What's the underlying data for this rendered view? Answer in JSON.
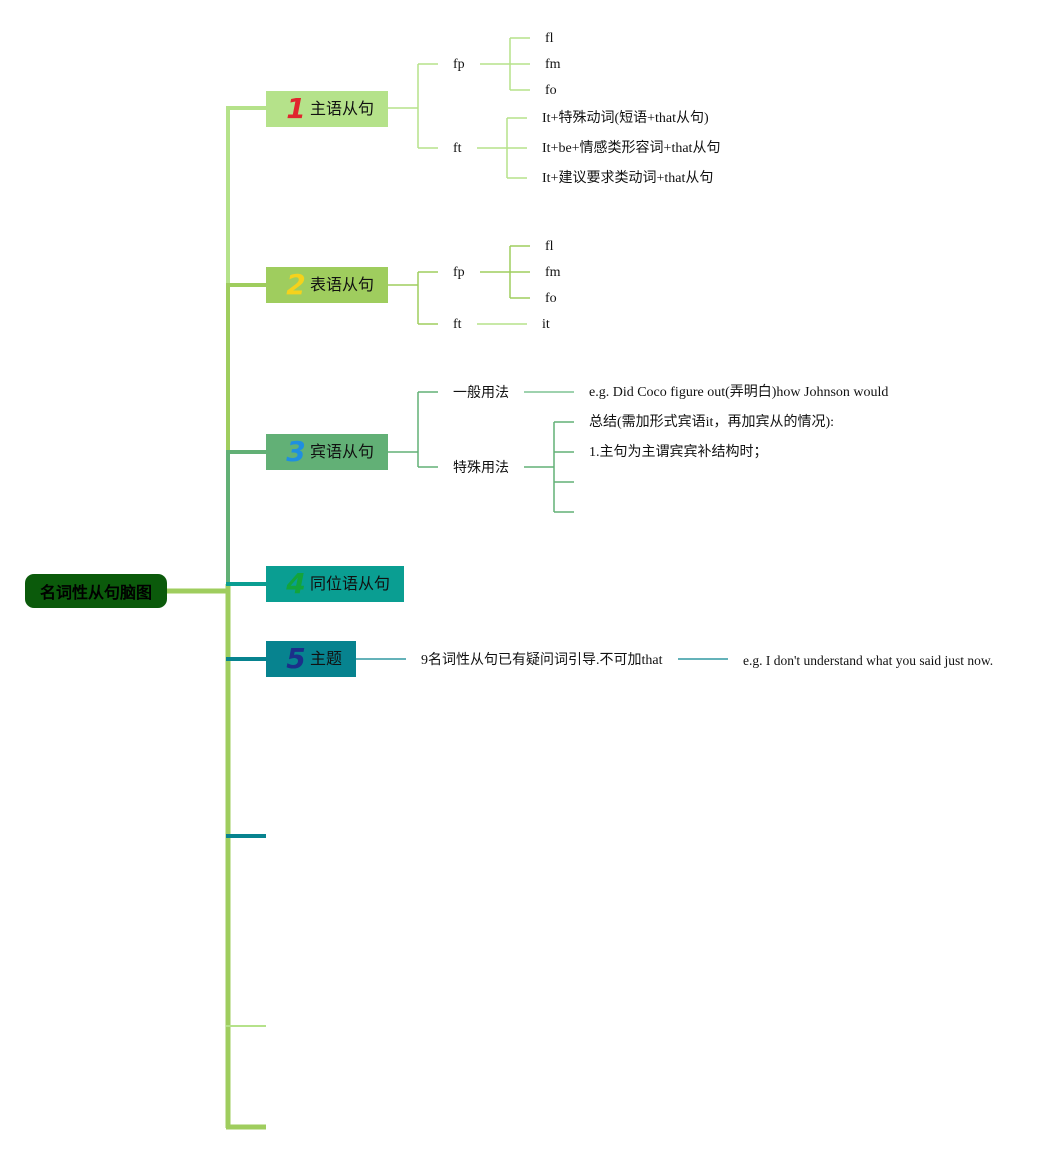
{
  "root": {
    "label": "名词性从句脑图"
  },
  "colors": {
    "root": "#0b5a0b",
    "trunk": "#9fcd5e",
    "topic1": "#b5e28a",
    "topic2": "#9fcd5e",
    "topic3": "#62b076",
    "topic4": "#0a9e92",
    "topic5": "#07838f",
    "num1": "#e0262e",
    "num2": "#f5d21c",
    "num3": "#1f8fe0",
    "num4": "#13a43c",
    "num5": "#1b2f8a"
  },
  "topics": [
    {
      "num": "1",
      "label": "主语从句",
      "branches": [
        {
          "label": "fp",
          "children": [
            "fl",
            "fm",
            "fo"
          ]
        },
        {
          "label": "ft",
          "children": [
            "It+特殊动词(短语+that从句)",
            "It+be+情感类形容词+that从句",
            "It+建议要求类动词+that从句"
          ]
        }
      ]
    },
    {
      "num": "2",
      "label": "表语从句",
      "branches": [
        {
          "label": "fp",
          "children": [
            "fl",
            "fm",
            "fo"
          ]
        },
        {
          "label": "ft",
          "children": [
            "it"
          ]
        }
      ]
    },
    {
      "num": "3",
      "label": "宾语从句",
      "branches": [
        {
          "label": "一般用法",
          "children": [
            "e.g. Did Coco figure out(弄明白)how Johnson would"
          ]
        },
        {
          "label": "特殊用法",
          "children": [
            "总结(需加形式宾语it，再加宾从的情况):",
            "1.主句为主谓宾宾补结构时；",
            "",
            ""
          ]
        }
      ]
    },
    {
      "num": "4",
      "label": "同位语从句",
      "branches": []
    },
    {
      "num": "5",
      "label": "主题",
      "branches": [
        {
          "label": "9名词性从句已有疑问词引导.不可加that",
          "children": [
            "e.g. I don't understand what you said just now."
          ]
        }
      ]
    }
  ]
}
